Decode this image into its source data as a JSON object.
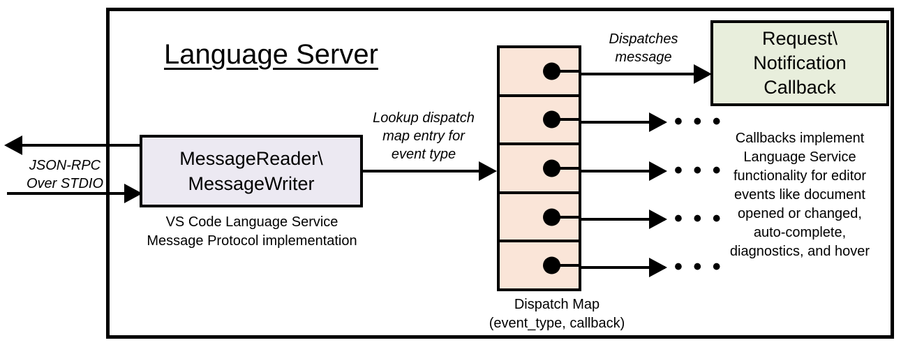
{
  "diagram": {
    "title": "Language Server",
    "external_channel_label": "JSON-RPC\nOver STDIO",
    "lookup_label": "Lookup dispatch\nmap entry for\nevent type",
    "dispatches_label": "Dispatches\nmessage",
    "ellipsis": "• • •"
  },
  "message_node": {
    "title": "MessageReader\\\nMessageWriter",
    "caption": "VS Code Language Service\nMessage Protocol implementation",
    "fill_color": "#ece9f2"
  },
  "dispatch_map": {
    "caption": "Dispatch Map\n(event_type, callback)",
    "fill_color": "#fae5d8",
    "rows": [
      {
        "index": 1
      },
      {
        "index": 2
      },
      {
        "index": 3
      },
      {
        "index": 4
      },
      {
        "index": 5
      }
    ]
  },
  "callback_node": {
    "title": "Request\\\nNotification\nCallback",
    "caption": "Callbacks implement\nLanguage Service\nfunctionality for editor\nevents like document\nopened or changed,\nauto-complete,\ndiagnostics, and hover",
    "fill_color": "#e8eedc"
  },
  "colors": {
    "stroke": "#000000",
    "background": "#ffffff"
  }
}
